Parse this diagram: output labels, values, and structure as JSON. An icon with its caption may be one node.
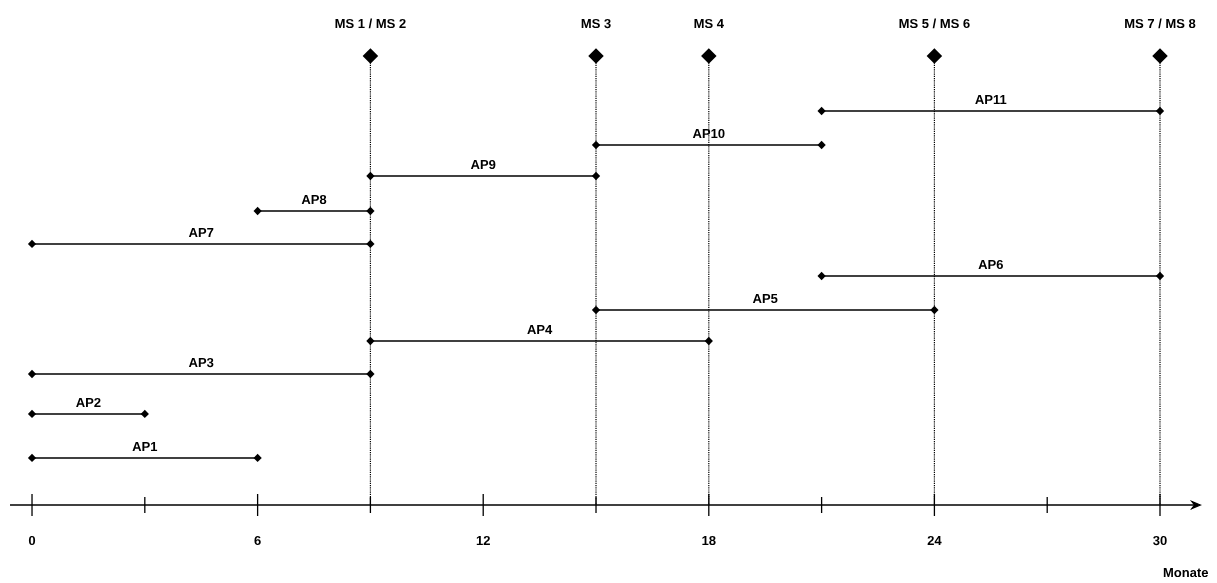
{
  "diagram": {
    "nodes": [
      {
        "text": [
          "MS 1 / MS 2"
        ]
      },
      {
        "text": [
          "MS 3"
        ]
      },
      {
        "text": [
          "MS 4"
        ]
      },
      {
        "text": [
          "MS 5 / MS 6"
        ]
      },
      {
        "text": [
          "MS 7 / MS 8"
        ]
      }
    ],
    "labels": [
      "AP11",
      "AP10",
      "AP9",
      "AP8",
      "AP7",
      "AP6",
      "AP5",
      "AP4",
      "AP3",
      "AP2",
      "AP1",
      "0",
      "6",
      "12",
      "18",
      "24",
      "30",
      "Monate"
    ]
  }
}
